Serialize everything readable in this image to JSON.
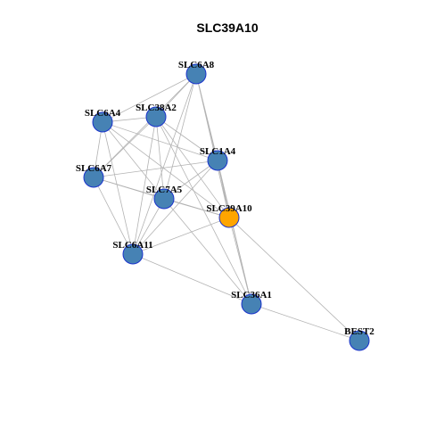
{
  "title": "SLC39A10",
  "colors": {
    "background": "#ffffff",
    "edge": "#b3b3b3",
    "node_default": "#4682b4",
    "node_highlight": "#ffa500",
    "node_border": "#1a33cc"
  },
  "nodes": [
    {
      "id": "SLC6A8",
      "label": "SLC6A8",
      "highlight": false
    },
    {
      "id": "SLC38A2",
      "label": "SLC38A2",
      "highlight": false
    },
    {
      "id": "SLC6A4",
      "label": "SLC6A4",
      "highlight": false
    },
    {
      "id": "SLC1A4",
      "label": "SLC1A4",
      "highlight": false
    },
    {
      "id": "SLC6A7",
      "label": "SLC6A7",
      "highlight": false
    },
    {
      "id": "SLC7A5",
      "label": "SLC7A5",
      "highlight": false
    },
    {
      "id": "SLC39A10",
      "label": "SLC39A10",
      "highlight": true
    },
    {
      "id": "SLC6A11",
      "label": "SLC6A11",
      "highlight": false
    },
    {
      "id": "SLC36A1",
      "label": "SLC36A1",
      "highlight": false
    },
    {
      "id": "BEST2",
      "label": "BEST2",
      "highlight": false
    }
  ],
  "edges": [
    [
      "SLC6A8",
      "SLC38A2"
    ],
    [
      "SLC6A8",
      "SLC6A4"
    ],
    [
      "SLC6A8",
      "SLC1A4"
    ],
    [
      "SLC6A8",
      "SLC6A7"
    ],
    [
      "SLC6A8",
      "SLC7A5"
    ],
    [
      "SLC6A8",
      "SLC39A10"
    ],
    [
      "SLC6A8",
      "SLC36A1"
    ],
    [
      "SLC6A8",
      "SLC6A11"
    ],
    [
      "SLC38A2",
      "SLC6A4"
    ],
    [
      "SLC38A2",
      "SLC1A4"
    ],
    [
      "SLC38A2",
      "SLC6A7"
    ],
    [
      "SLC38A2",
      "SLC7A5"
    ],
    [
      "SLC38A2",
      "SLC39A10"
    ],
    [
      "SLC38A2",
      "SLC6A11"
    ],
    [
      "SLC38A2",
      "SLC36A1"
    ],
    [
      "SLC6A4",
      "SLC1A4"
    ],
    [
      "SLC6A4",
      "SLC6A7"
    ],
    [
      "SLC6A4",
      "SLC7A5"
    ],
    [
      "SLC6A4",
      "SLC39A10"
    ],
    [
      "SLC6A4",
      "SLC6A11"
    ],
    [
      "SLC1A4",
      "SLC6A7"
    ],
    [
      "SLC1A4",
      "SLC7A5"
    ],
    [
      "SLC1A4",
      "SLC39A10"
    ],
    [
      "SLC1A4",
      "SLC6A11"
    ],
    [
      "SLC1A4",
      "SLC36A1"
    ],
    [
      "SLC6A7",
      "SLC7A5"
    ],
    [
      "SLC6A7",
      "SLC39A10"
    ],
    [
      "SLC6A7",
      "SLC6A11"
    ],
    [
      "SLC7A5",
      "SLC39A10"
    ],
    [
      "SLC7A5",
      "SLC6A11"
    ],
    [
      "SLC7A5",
      "SLC36A1"
    ],
    [
      "SLC39A10",
      "SLC6A11"
    ],
    [
      "SLC39A10",
      "SLC36A1"
    ],
    [
      "SLC39A10",
      "BEST2"
    ],
    [
      "SLC6A11",
      "SLC36A1"
    ],
    [
      "SLC36A1",
      "BEST2"
    ]
  ]
}
